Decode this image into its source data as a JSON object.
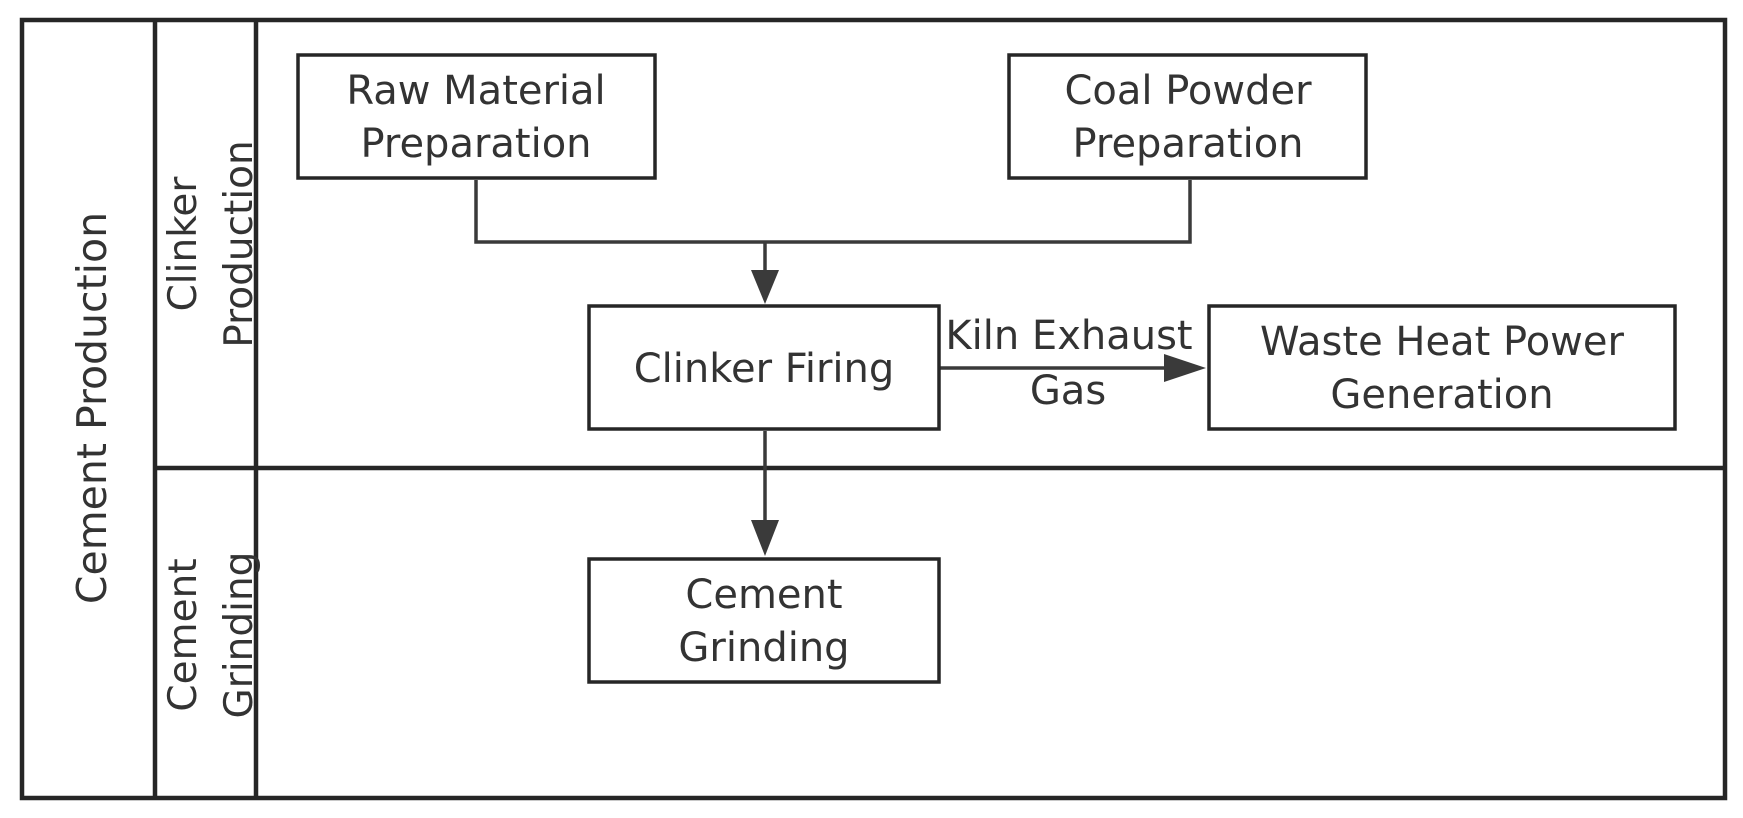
{
  "pool": {
    "label": "Cement Production"
  },
  "lanes": {
    "clinker": {
      "line1": "Clinker",
      "line2": "Production"
    },
    "grinding": {
      "line1": "Cement",
      "line2": "Grinding"
    }
  },
  "nodes": {
    "raw_material": {
      "line1": "Raw Material",
      "line2": "Preparation"
    },
    "coal_powder": {
      "line1": "Coal Powder",
      "line2": "Preparation"
    },
    "clinker_firing": {
      "line1": "Clinker Firing"
    },
    "waste_heat": {
      "line1": "Waste Heat Power",
      "line2": "Generation"
    },
    "cement_grinding": {
      "line1": "Cement",
      "line2": "Grinding"
    }
  },
  "edges": {
    "kiln_exhaust": {
      "line1": "Kiln Exhaust",
      "line2": "Gas"
    }
  }
}
